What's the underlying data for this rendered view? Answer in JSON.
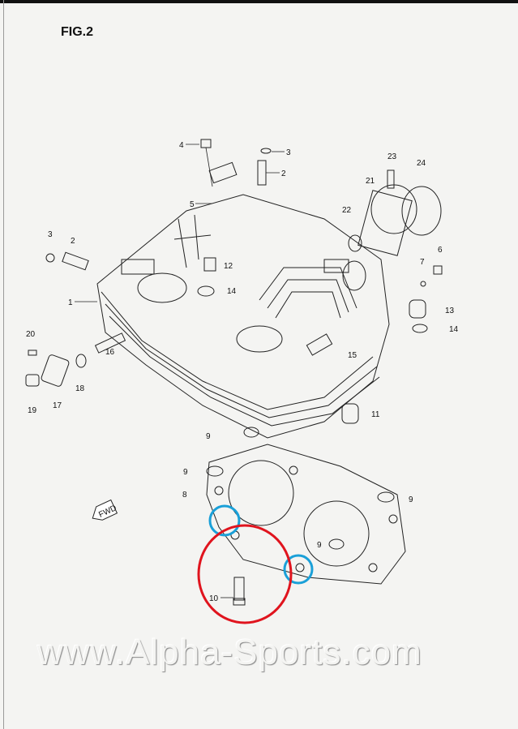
{
  "title": "FIG.2",
  "watermark": "www.Alpha-Sports.com",
  "fwd_label": "FWD",
  "colors": {
    "highlight_blue": "#1aa0d8",
    "highlight_red": "#e0141e"
  },
  "callouts": [
    "4",
    "3",
    "2",
    "5",
    "23",
    "24",
    "21",
    "22",
    "3",
    "2",
    "12",
    "6",
    "7",
    "14",
    "1",
    "13",
    "14",
    "20",
    "16",
    "15",
    "18",
    "17",
    "19",
    "9",
    "11",
    "9",
    "8",
    "9",
    "9",
    "10"
  ]
}
